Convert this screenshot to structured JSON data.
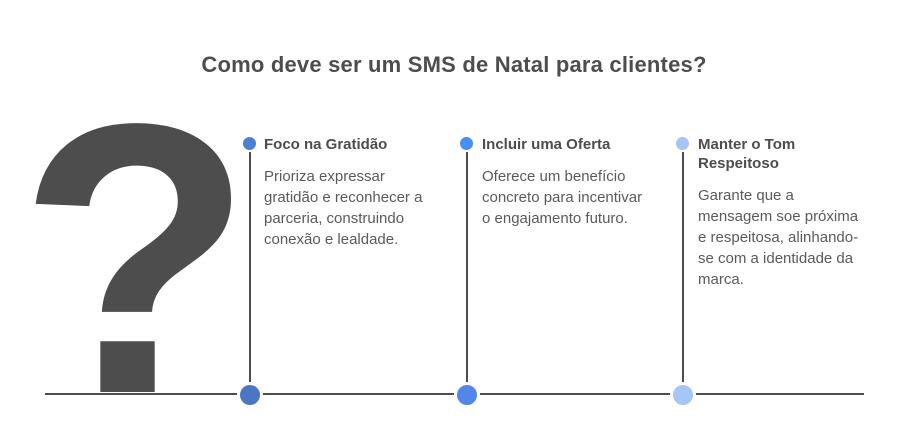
{
  "title": "Como deve ser um SMS de Natal para clientes?",
  "decoration": {
    "question_mark_glyph": "?"
  },
  "colors": {
    "background": "#ffffff",
    "title_text": "#4d4d4d",
    "heading_text": "#4d4d4d",
    "body_text": "#5a5a5a",
    "line": "#4d4d4d",
    "question_mark": "#4d4d4d"
  },
  "columns": [
    {
      "heading": "Foco na Gratidão",
      "body": "Prioriza expressar\ngratidão e reconhecer a\nparceria, construindo\nconexão e lealdade.",
      "dot_color": "#4c7fd6",
      "marker_color": "#4a76c4"
    },
    {
      "heading": "Incluir uma Oferta",
      "body": "Oferece um benefício\nconcreto para incentivar\no engajamento futuro.",
      "dot_color": "#4a8ef4",
      "marker_color": "#5287e8"
    },
    {
      "heading": "Manter o Tom\nRespeitoso",
      "body": "Garante que a\nmensagem soe próxima\ne respeitosa, alinhando-\nse com a identidade da\nmarca.",
      "dot_color": "#a4c5f6",
      "marker_color": "#a6c6f7"
    }
  ]
}
